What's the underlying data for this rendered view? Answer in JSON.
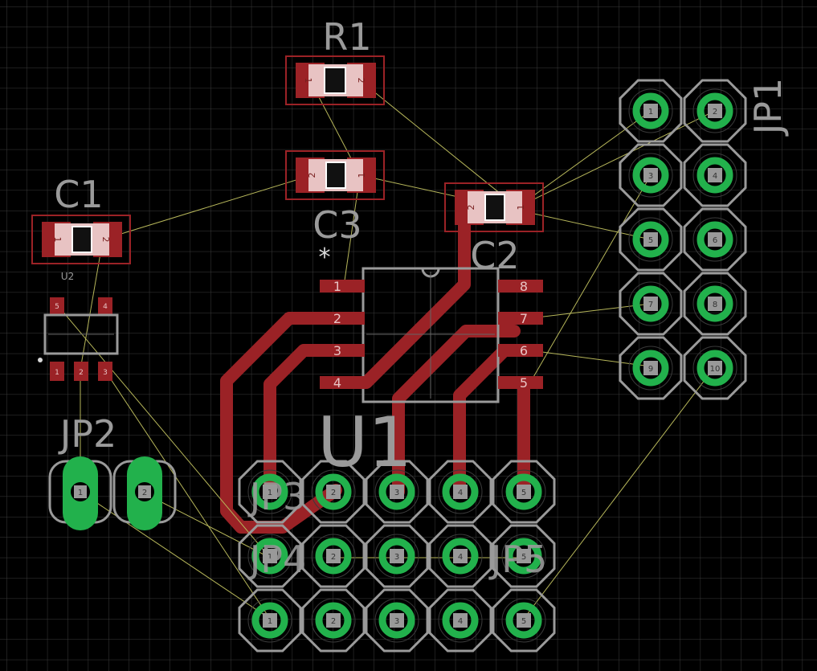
{
  "colors": {
    "background": "#000000",
    "grid": "#3a3a3a",
    "copper_top": "#9b2226",
    "pad_light": "#e8c3c3",
    "via_ring": "#22b14c",
    "via_outline": "#9a9a9a",
    "silk": "#9a9a9a",
    "airwire": "#b6b65a",
    "tdocu": "#d9d9d9"
  },
  "labels": {
    "r1": "R1",
    "c3": "C3",
    "c1": "C1",
    "c2": "C2",
    "u1": "U1",
    "u2": "U2",
    "jp1": "JP1",
    "jp2": "JP2",
    "jp3": "JP3",
    "jp4": "JP4",
    "jp5": "JP5",
    "star": "*"
  },
  "u1_pins": [
    "1",
    "2",
    "3",
    "4",
    "5",
    "6",
    "7",
    "8"
  ],
  "smd_pad_numbers": {
    "left": "1",
    "right": "2"
  },
  "u2_pad_numbers": {
    "top_left": "5",
    "top_right": "4",
    "bottom_left": "1",
    "bottom_mid": "2",
    "bottom_right": "3"
  },
  "jp1_pin_numbers": [
    "1",
    "2",
    "3",
    "4",
    "5",
    "6",
    "7",
    "8",
    "9",
    "10"
  ],
  "bottom_header_numbers": {
    "row1": [
      "1",
      "2",
      "3",
      "4",
      "5"
    ],
    "row2": [
      "1",
      "2",
      "3",
      "4",
      "5"
    ],
    "row3": [
      "1",
      "2",
      "3",
      "4",
      "5"
    ]
  },
  "jp2_pin_numbers": [
    "1",
    "2"
  ]
}
